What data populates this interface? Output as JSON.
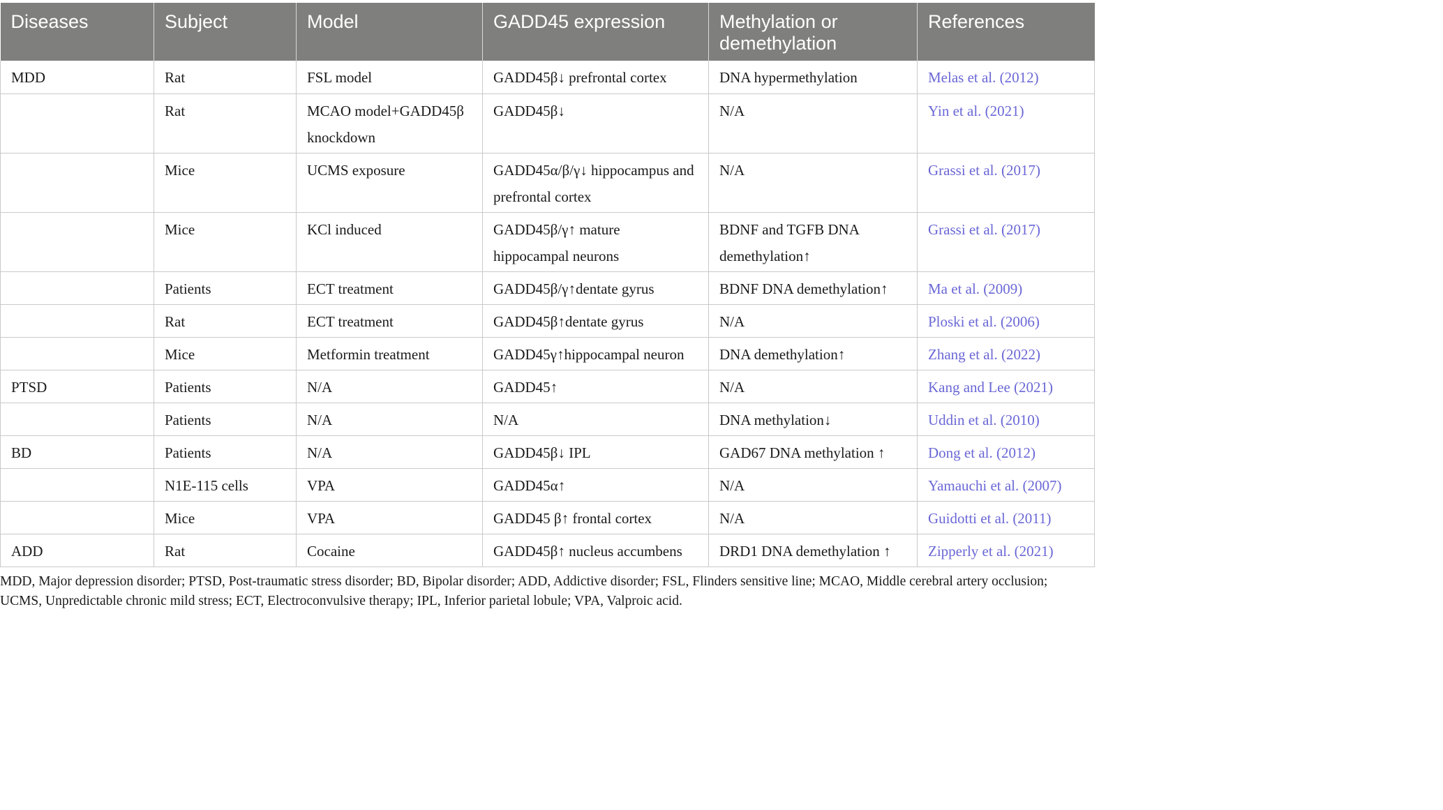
{
  "table": {
    "headers": [
      "Diseases",
      "Subject",
      "Model",
      "GADD45 expression",
      "Methylation or demethylation",
      "References"
    ],
    "rows": [
      {
        "disease": "MDD",
        "subject": "Rat",
        "model": "FSL model",
        "expression": "GADD45β↓ prefrontal cortex",
        "methylation": "DNA hypermethylation",
        "reference": "Melas et al. (2012)"
      },
      {
        "disease": "",
        "subject": "Rat",
        "model": "MCAO model+GADD45β knockdown",
        "expression": "GADD45β↓",
        "methylation": "N/A",
        "reference": "Yin et al. (2021)"
      },
      {
        "disease": "",
        "subject": "Mice",
        "model": "UCMS exposure",
        "expression": "GADD45α/β/γ↓ hippocampus and prefrontal cortex",
        "methylation": "N/A",
        "reference": "Grassi et al. (2017)"
      },
      {
        "disease": "",
        "subject": "Mice",
        "model": "KCl induced",
        "expression": "GADD45β/γ↑ mature hippocampal neurons",
        "methylation": "BDNF and TGFB DNA demethylation↑",
        "reference": "Grassi et al. (2017)"
      },
      {
        "disease": "",
        "subject": "Patients",
        "model": "ECT treatment",
        "expression": "GADD45β/γ↑dentate gyrus",
        "methylation": "BDNF DNA demethylation↑",
        "reference": "Ma et al. (2009)"
      },
      {
        "disease": "",
        "subject": "Rat",
        "model": "ECT treatment",
        "expression": "GADD45β↑dentate gyrus",
        "methylation": "N/A",
        "reference": "Ploski et al. (2006)"
      },
      {
        "disease": "",
        "subject": "Mice",
        "model": "Metformin treatment",
        "expression": "GADD45γ↑hippocampal neuron",
        "methylation": "DNA demethylation↑",
        "reference": "Zhang et al. (2022)"
      },
      {
        "disease": "PTSD",
        "subject": "Patients",
        "model": "N/A",
        "expression": "GADD45↑",
        "methylation": "N/A",
        "reference": "Kang and Lee (2021)"
      },
      {
        "disease": "",
        "subject": "Patients",
        "model": "N/A",
        "expression": "N/A",
        "methylation": "DNA methylation↓",
        "reference": "Uddin et al. (2010)"
      },
      {
        "disease": "BD",
        "subject": "Patients",
        "model": "N/A",
        "expression": "GADD45β↓ IPL",
        "methylation": "GAD67 DNA methylation ↑",
        "reference": "Dong et al. (2012)"
      },
      {
        "disease": "",
        "subject": "N1E-115 cells",
        "model": "VPA",
        "expression": "GADD45α↑",
        "methylation": "N/A",
        "reference": "Yamauchi et al. (2007)"
      },
      {
        "disease": "",
        "subject": "Mice",
        "model": "VPA",
        "expression": "GADD45 β↑ frontal cortex",
        "methylation": "N/A",
        "reference": "Guidotti et al. (2011)"
      },
      {
        "disease": "ADD",
        "subject": "Rat",
        "model": "Cocaine",
        "expression": "GADD45β↑ nucleus accumbens",
        "methylation": "DRD1 DNA demethylation ↑",
        "reference": "Zipperly et al. (2021)"
      }
    ]
  },
  "footnote": "MDD, Major depression disorder; PTSD, Post-traumatic stress disorder; BD, Bipolar disorder; ADD, Addictive disorder; FSL, Flinders sensitive line; MCAO, Middle cerebral artery occlusion; UCMS, Unpredictable chronic mild stress; ECT, Electroconvulsive therapy; IPL, Inferior parietal lobule; VPA, Valproic acid.",
  "colors": {
    "header_background": "#7f807d",
    "header_text": "#ffffff",
    "reference_link": "#6a67d6",
    "body_text": "#1a1a1a",
    "grid_line": "#c9c9c9"
  }
}
